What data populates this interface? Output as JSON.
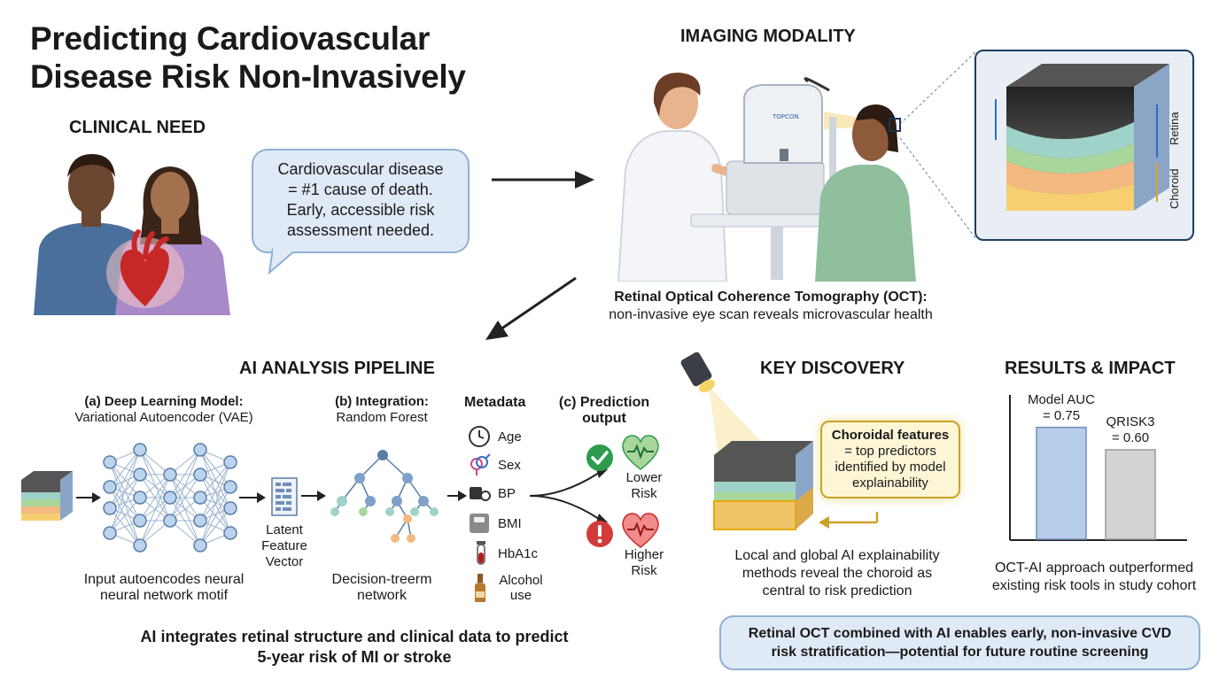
{
  "title": {
    "line1": "Predicting Cardiovascular",
    "line2": "Disease Risk Non-Invasively"
  },
  "clinical_need": {
    "heading": "CLINICAL NEED",
    "bubble": [
      "Cardiovascular disease",
      "= #1 cause of death.",
      "Early, accessible risk",
      "assessment needed."
    ]
  },
  "imaging": {
    "heading": "IMAGING MODALITY",
    "device_brand": "TOPCON",
    "caption_bold": "Retinal Optical Coherence Tomography (OCT):",
    "caption": "non-invasive eye scan reveals microvascular health",
    "layer_retina": "Retina",
    "layer_choroid": "Choroid"
  },
  "pipeline": {
    "heading": "AI ANALYSIS PIPELINE",
    "a_title": "(a) Deep Learning Model:",
    "a_sub": "Variational Autoencoder (VAE)",
    "a_caption": [
      "Input autoencodes neural",
      "neural network motif"
    ],
    "latent": [
      "Latent",
      "Feature",
      "Vector"
    ],
    "b_title": "(b) Integration:",
    "b_sub": "Random Forest",
    "b_caption": [
      "Decision-treerm",
      "network"
    ],
    "metadata_heading": "Metadata",
    "metadata": [
      {
        "label": "Age",
        "icon": "clock-icon"
      },
      {
        "label": "Sex",
        "icon": "gender-icon"
      },
      {
        "label": "BP",
        "icon": "blood-pressure-icon"
      },
      {
        "label": "BMI",
        "icon": "scale-icon"
      },
      {
        "label": "HbA1c",
        "icon": "test-tube-icon"
      },
      {
        "label": "Alcohol use",
        "icon": "bottle-icon"
      }
    ],
    "c_title": [
      "(c) Prediction",
      "output"
    ],
    "lower_risk": [
      "Lower",
      "Risk"
    ],
    "higher_risk": [
      "Higher",
      "Risk"
    ],
    "summary": [
      "AI integrates retinal structure and clinical data to predict",
      "5-year risk of MI or stroke"
    ]
  },
  "discovery": {
    "heading": "KEY DISCOVERY",
    "callout_bold": "Choroidal features",
    "callout": [
      "= top predictors",
      "identified by model",
      "explainability"
    ],
    "caption": [
      "Local and global AI explainability",
      "methods reveal the choroid as",
      "central to risk prediction"
    ]
  },
  "results": {
    "heading": "RESULTS & IMPACT",
    "caption": [
      "OCT-AI approach outperformed",
      "existing risk tools in study cohort"
    ]
  },
  "chart_data": {
    "type": "bar",
    "categories": [
      "Model AUC",
      "QRISK3"
    ],
    "values": [
      0.75,
      0.6
    ],
    "labels": [
      [
        "Model AUC",
        "= 0.75"
      ],
      [
        "QRISK3",
        "= 0.60"
      ]
    ],
    "ylim": [
      0,
      0.95
    ],
    "colors": [
      "#b8cdea",
      "#d3d3d3"
    ]
  },
  "conclusion": [
    "Retinal OCT combined with AI enables early, non-invasive CVD",
    "risk stratification—potential for future routine screening"
  ],
  "colors": {
    "bubble_fill": "#dfeaf6",
    "bubble_border": "#8fb0d4",
    "good": "#2e9b4f",
    "bad": "#d33b3b",
    "choroid": "#f2c46a",
    "highlight": "#e8c446"
  }
}
